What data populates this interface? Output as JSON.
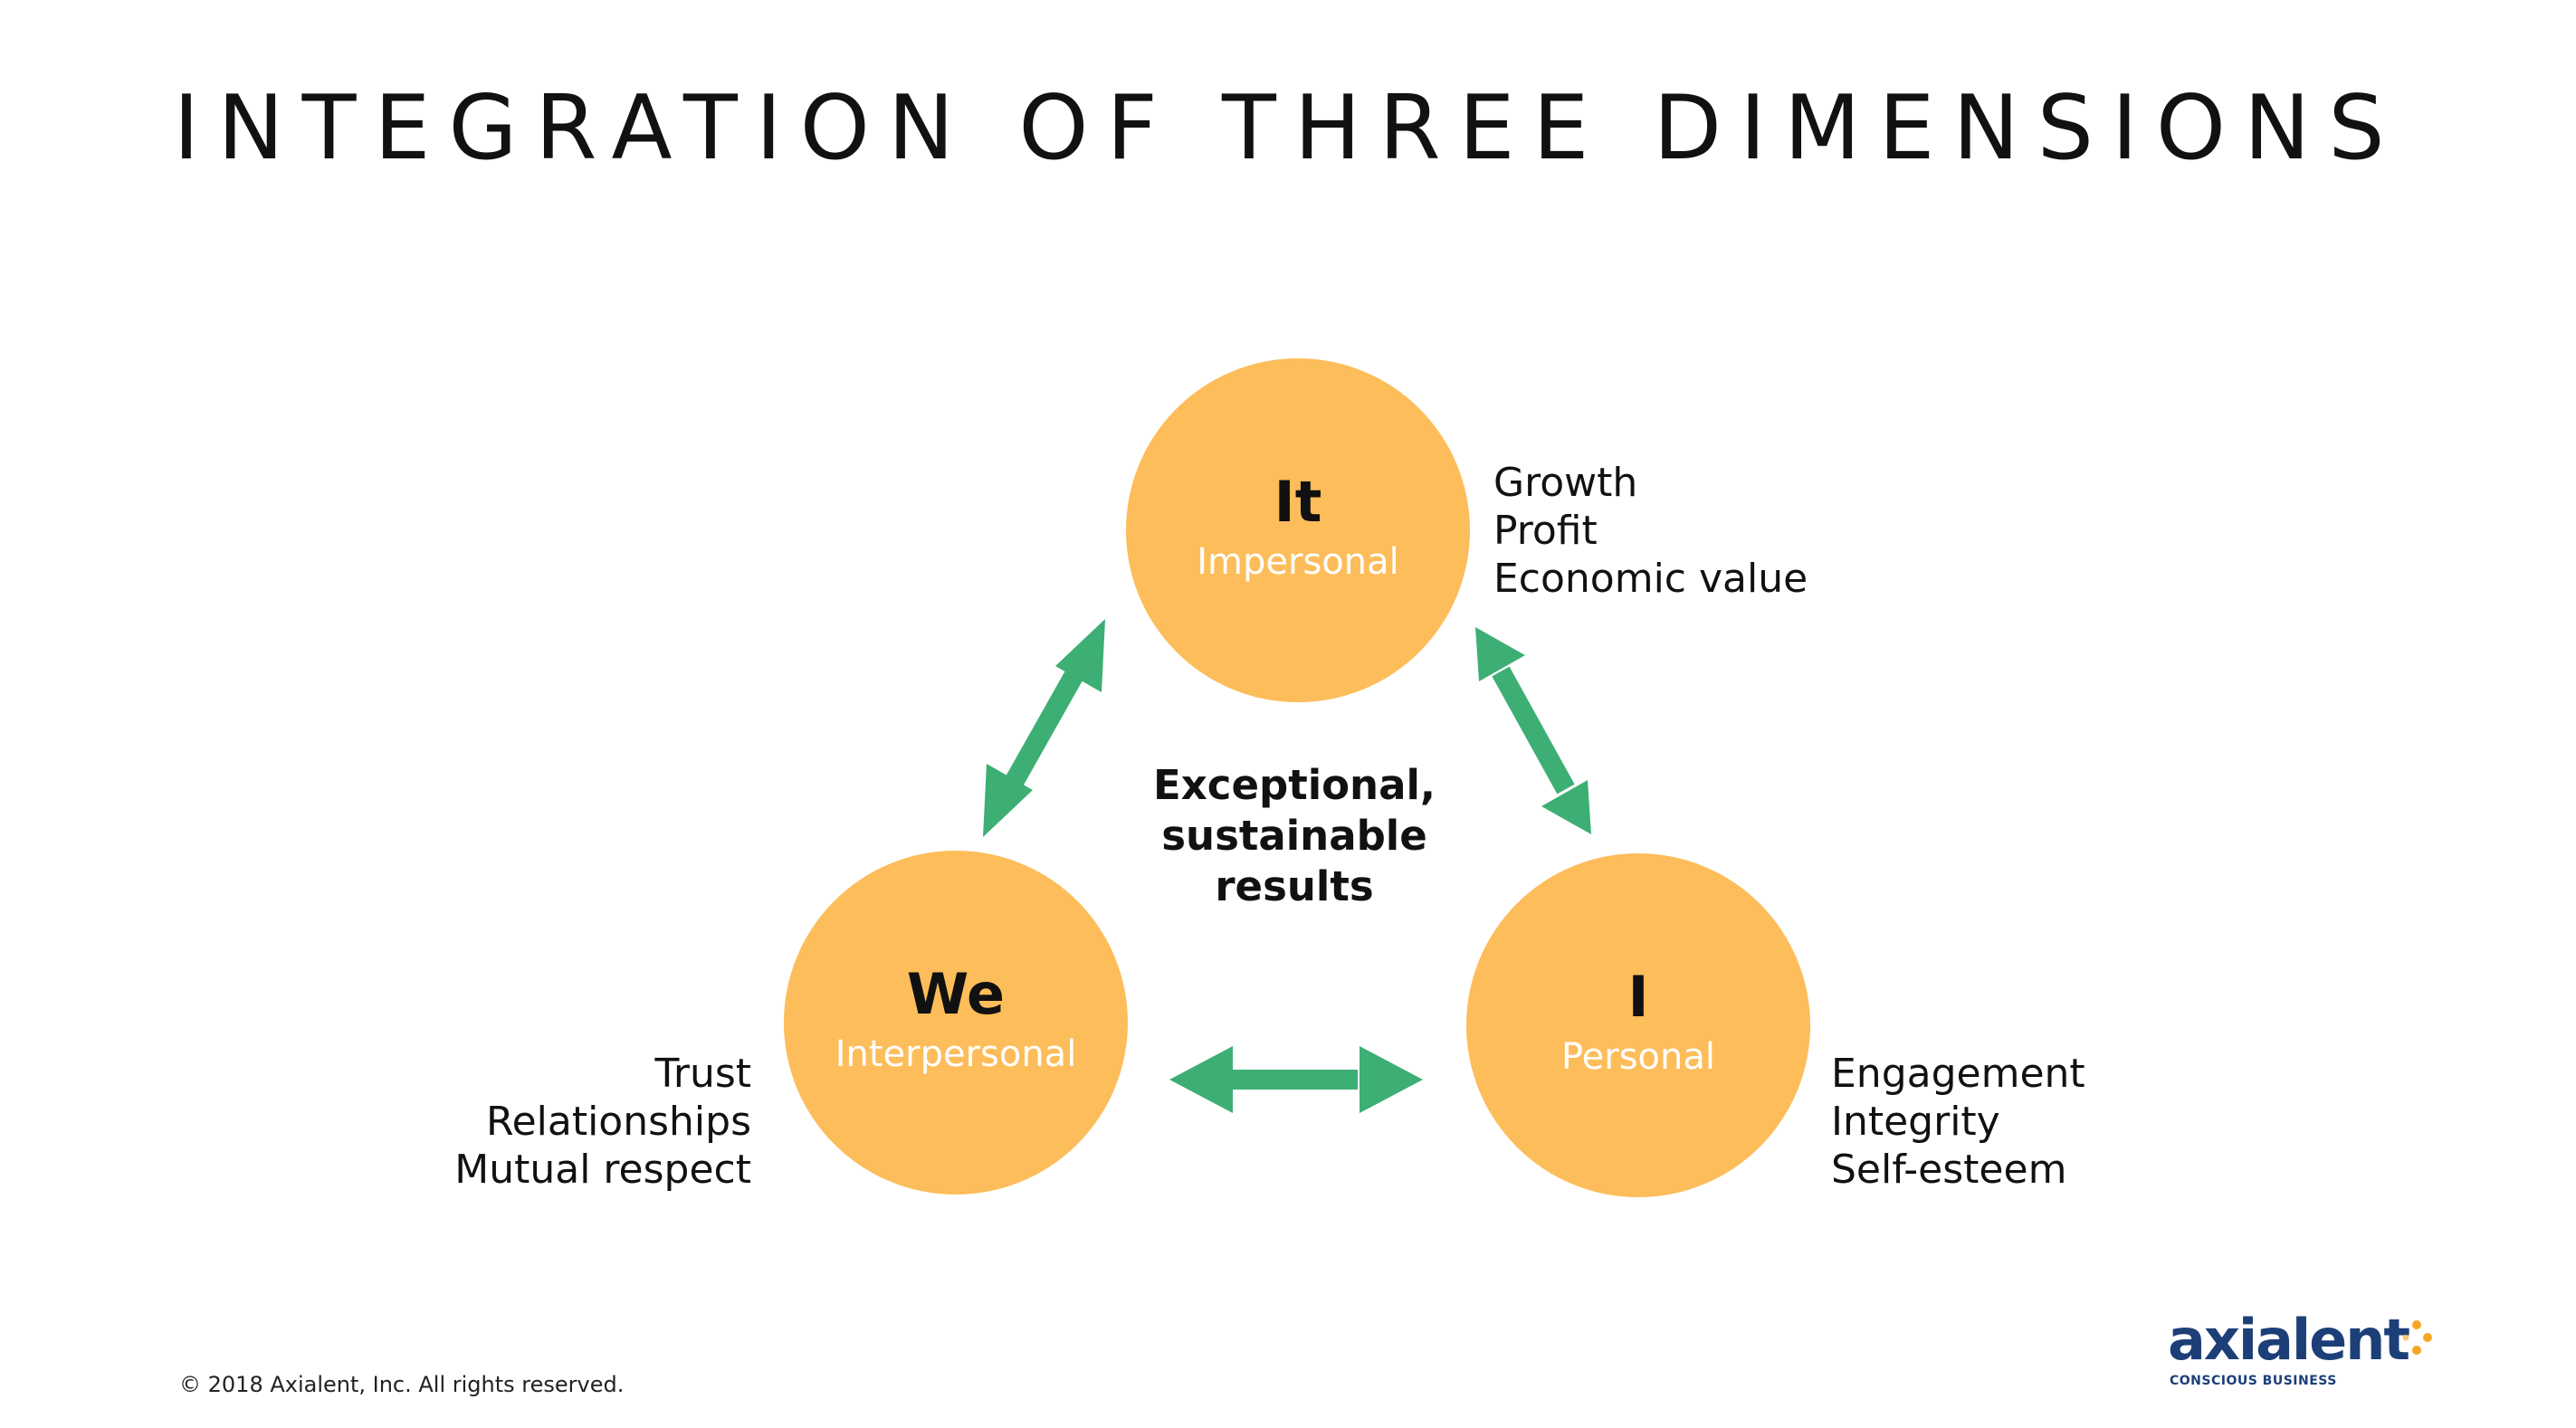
{
  "title": "INTEGRATION OF THREE DIMENSIONS",
  "colors": {
    "circle_fill": "#fdbd5a",
    "arrow": "#3daf74",
    "circle_sub_text": "#ffffff",
    "logo_blue": "#1d3f78",
    "logo_orange": "#f5a623"
  },
  "dimensions": {
    "it": {
      "main": "It",
      "sub": "Impersonal",
      "attributes": [
        "Growth",
        "Profit",
        "Economic value"
      ]
    },
    "we": {
      "main": "We",
      "sub": "Interpersonal",
      "attributes": [
        "Trust",
        "Relationships",
        "Mutual respect"
      ]
    },
    "i": {
      "main": "I",
      "sub": "Personal",
      "attributes": [
        "Engagement",
        "Integrity",
        "Self-esteem"
      ]
    }
  },
  "center": {
    "lines": [
      "Exceptional,",
      "sustainable",
      "results"
    ]
  },
  "arrows": [
    {
      "name": "it-we",
      "style": "double-headed"
    },
    {
      "name": "it-i",
      "style": "double-headed"
    },
    {
      "name": "we-i",
      "style": "double-headed"
    }
  ],
  "footer": {
    "copyright": "© 2018 Axialent, Inc. All rights reserved.",
    "logo_word": "axialent",
    "logo_tagline": "CONSCIOUS BUSINESS"
  }
}
